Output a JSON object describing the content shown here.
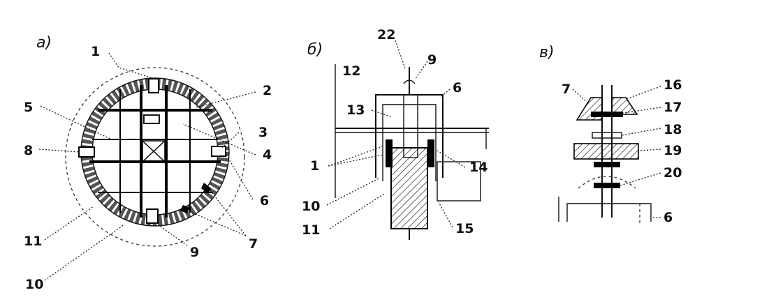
{
  "panels": [
    "а)",
    "б)",
    "в)"
  ],
  "a_labels": [
    "1",
    "2",
    "3",
    "4",
    "5",
    "6",
    "7",
    "8",
    "9",
    "10",
    "11",
    "7"
  ],
  "b_labels": [
    "22",
    "9",
    "12",
    "6",
    "13",
    "14",
    "1",
    "10",
    "11",
    "15"
  ],
  "v_labels": [
    "7",
    "16",
    "17",
    "18",
    "19",
    "20",
    "6"
  ]
}
